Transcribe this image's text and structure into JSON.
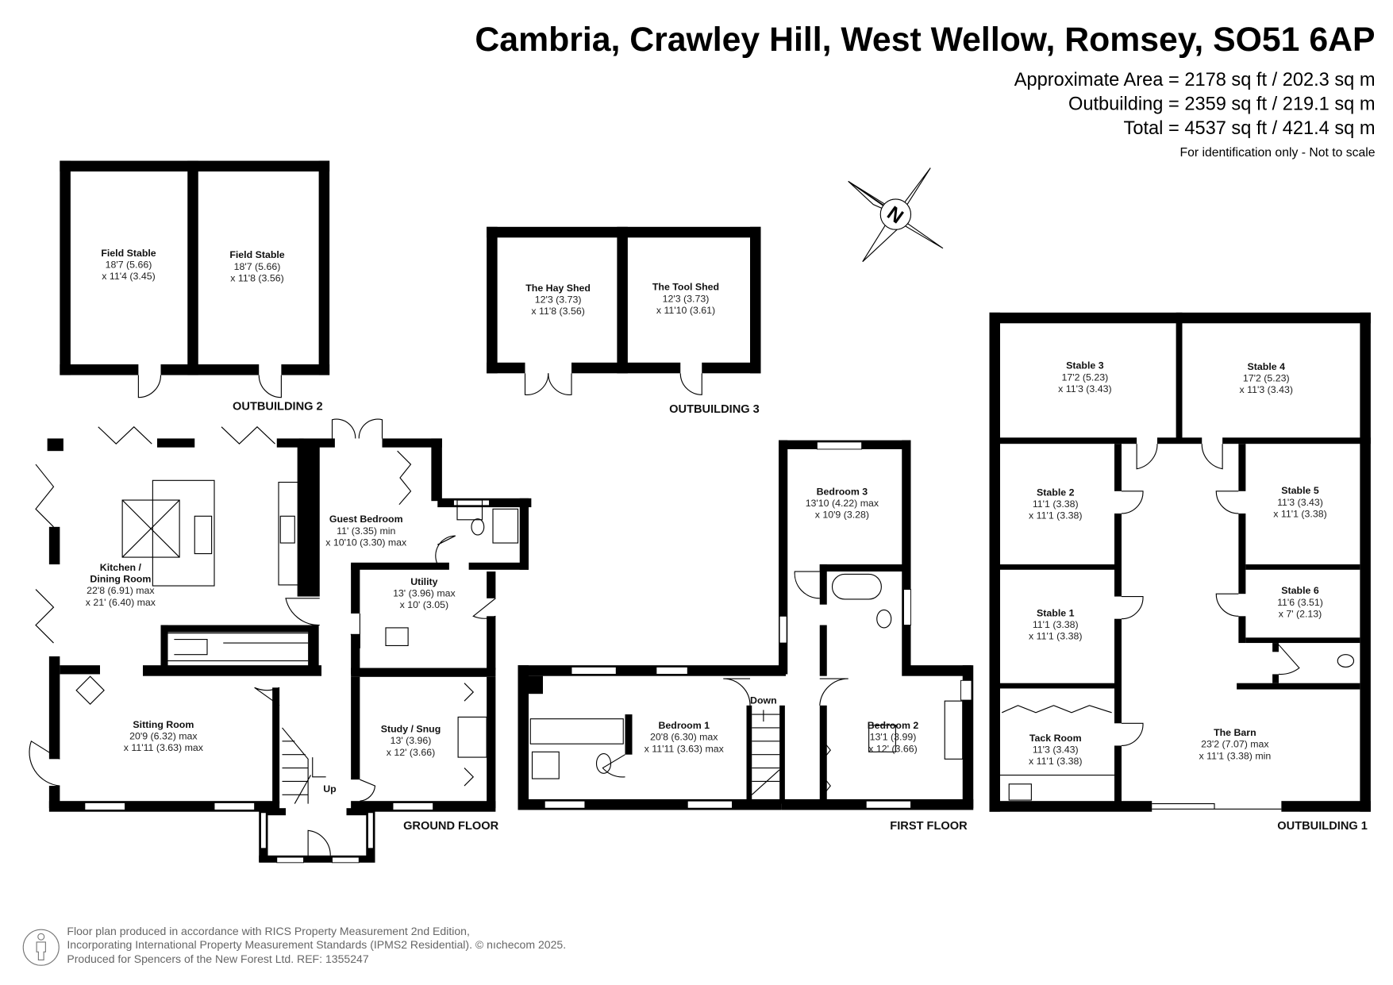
{
  "header": {
    "title": "Cambria, Crawley Hill, West Wellow, Romsey, SO51 6AP",
    "area_lines": [
      "Approximate Area = 2178 sq ft / 202.3 sq m",
      "Outbuilding = 2359 sq ft / 219.1 sq m",
      "Total = 4537 sq ft / 421.4 sq m"
    ],
    "note": "For identification only - Not to scale"
  },
  "compass": {
    "label": "N",
    "icon": "north-compass-icon"
  },
  "sections": {
    "outbuilding_2": "OUTBUILDING 2",
    "outbuilding_3": "OUTBUILDING 3",
    "ground_floor": "GROUND FLOOR",
    "first_floor": "FIRST FLOOR",
    "outbuilding_1": "OUTBUILDING 1"
  },
  "stairs": {
    "up": "Up",
    "down": "Down"
  },
  "rooms": {
    "field_stable_a": {
      "name": [
        "Field Stable"
      ],
      "dims": [
        "18'7 (5.66)",
        "x 11'4 (3.45)"
      ]
    },
    "field_stable_b": {
      "name": [
        "Field Stable"
      ],
      "dims": [
        "18'7 (5.66)",
        "x 11'8 (3.56)"
      ]
    },
    "hay_shed": {
      "name": [
        "The Hay Shed"
      ],
      "dims": [
        "12'3 (3.73)",
        "x 11'8 (3.56)"
      ]
    },
    "tool_shed": {
      "name": [
        "The Tool Shed"
      ],
      "dims": [
        "12'3 (3.73)",
        "x 11'10 (3.61)"
      ]
    },
    "kitchen": {
      "name": [
        "Kitchen /",
        "Dining Room"
      ],
      "dims": [
        "22'8 (6.91) max",
        "x 21'  (6.40) max"
      ]
    },
    "guest_bedroom": {
      "name": [
        "Guest Bedroom"
      ],
      "dims": [
        "11' (3.35) min",
        "x 10'10 (3.30) max"
      ]
    },
    "utility": {
      "name": [
        "Utility"
      ],
      "dims": [
        "13' (3.96) max",
        "x 10' (3.05)"
      ]
    },
    "sitting_room": {
      "name": [
        "Sitting Room"
      ],
      "dims": [
        "20'9 (6.32) max",
        "x 11'11 (3.63) max"
      ]
    },
    "study": {
      "name": [
        "Study / Snug"
      ],
      "dims": [
        "13' (3.96)",
        "x 12' (3.66)"
      ]
    },
    "bedroom_3": {
      "name": [
        "Bedroom 3"
      ],
      "dims": [
        "13'10 (4.22) max",
        "x 10'9 (3.28)"
      ]
    },
    "bedroom_1": {
      "name": [
        "Bedroom 1"
      ],
      "dims": [
        "20'8 (6.30) max",
        "x 11'11 (3.63) max"
      ]
    },
    "bedroom_2": {
      "name": [
        "Bedroom 2"
      ],
      "dims": [
        "13'1 (3.99)",
        "x 12' (3.66)"
      ]
    },
    "stable_3": {
      "name": [
        "Stable 3"
      ],
      "dims": [
        "17'2 (5.23)",
        "x 11'3 (3.43)"
      ]
    },
    "stable_4": {
      "name": [
        "Stable 4"
      ],
      "dims": [
        "17'2 (5.23)",
        "x 11'3 (3.43)"
      ]
    },
    "stable_2": {
      "name": [
        "Stable 2"
      ],
      "dims": [
        "11'1 (3.38)",
        "x 11'1 (3.38)"
      ]
    },
    "stable_5": {
      "name": [
        "Stable 5"
      ],
      "dims": [
        "11'3 (3.43)",
        "x 11'1 (3.38)"
      ]
    },
    "stable_1": {
      "name": [
        "Stable 1"
      ],
      "dims": [
        "11'1 (3.38)",
        "x 11'1 (3.38)"
      ]
    },
    "stable_6": {
      "name": [
        "Stable 6"
      ],
      "dims": [
        "11'6 (3.51)",
        "x 7' (2.13)"
      ]
    },
    "tack_room": {
      "name": [
        "Tack Room"
      ],
      "dims": [
        "11'3 (3.43)",
        "x 11'1 (3.38)"
      ]
    },
    "the_barn": {
      "name": [
        "The Barn"
      ],
      "dims": [
        "23'2 (7.07) max",
        "x 11'1 (3.38) min"
      ]
    }
  },
  "footer": {
    "lines": [
      "Floor plan produced in accordance with RICS Property Measurement 2nd Edition,",
      "Incorporating International Property Measurement Standards (IPMS2 Residential).   © nıchecom 2025.",
      "Produced for Spencers of the New Forest Ltd.   REF:  1355247"
    ],
    "logo_icon": "person-outline-icon"
  }
}
